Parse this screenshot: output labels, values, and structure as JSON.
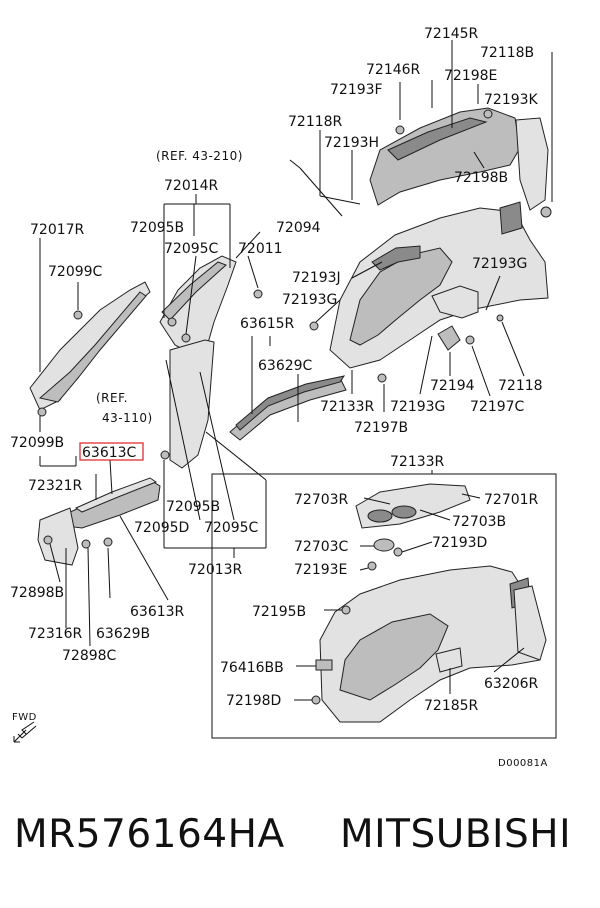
{
  "labels": {
    "l72145R": "72145R",
    "l72118B": "72118B",
    "l72146R": "72146R",
    "l72198E": "72198E",
    "l72193F": "72193F",
    "l72193K": "72193K",
    "l72118R": "72118R",
    "l72193H": "72193H",
    "l72198B": "72198B",
    "l72014R": "72014R",
    "l72017R": "72017R",
    "l72095B_top": "72095B",
    "l72094": "72094",
    "l72095C_top": "72095C",
    "l72011": "72011",
    "l72099C": "72099C",
    "l72193J": "72193J",
    "l72193G_top": "72193G",
    "l72193G_right": "72193G",
    "l63615R": "63615R",
    "l63629C": "63629C",
    "l72133R_mid": "72133R",
    "l72193G_mid": "72193G",
    "l72194": "72194",
    "l72118": "72118",
    "l72197C": "72197C",
    "l72197B": "72197B",
    "l72099B": "72099B",
    "l63613C": "63613C",
    "l72321R": "72321R",
    "l72095B_low": "72095B",
    "l72095D": "72095D",
    "l72095C_low": "72095C",
    "l72013R": "72013R",
    "l72898B": "72898B",
    "l63613R": "63613R",
    "l72316R": "72316R",
    "l63629B": "63629B",
    "l72898C": "72898C",
    "l72133R_box": "72133R",
    "l72703R": "72703R",
    "l72701R": "72701R",
    "l72703B": "72703B",
    "l72703C": "72703C",
    "l72193D": "72193D",
    "l72193E": "72193E",
    "l72195B": "72195B",
    "l76416BB": "76416BB",
    "l63206R": "63206R",
    "l72198D": "72198D",
    "l72185R": "72185R"
  },
  "refs": {
    "ref_43_210": "(REF. 43-210)",
    "ref_43_110_a": "(REF.",
    "ref_43_110_b": "43-110)"
  },
  "fwd": "FWD",
  "drawing_code": "D00081A",
  "footer": {
    "part_number": "MR576164HA",
    "brand": "MITSUBISHI"
  },
  "highlight_color": "#e03030"
}
